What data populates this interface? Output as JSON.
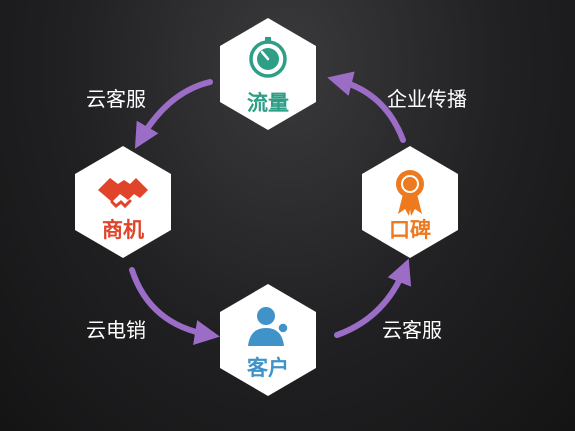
{
  "nodes": {
    "traffic": {
      "label": "流量",
      "color": "#2f9e86",
      "icon": "stopwatch-icon"
    },
    "customer": {
      "label": "客户",
      "color": "#3f93c9",
      "icon": "person-icon"
    },
    "business": {
      "label": "商机",
      "color": "#e0452b",
      "icon": "handshake-icon"
    },
    "reputation": {
      "label": "口碑",
      "color": "#ee7a1f",
      "icon": "ribbon-award-icon"
    }
  },
  "edges": {
    "traffic_to_business": "云客服",
    "business_to_customer": "云电销",
    "customer_to_reputation": "云客服",
    "reputation_to_traffic": "企业传播"
  },
  "colors": {
    "arrow": "#9b6dc6",
    "hex_fill": "#ffffff",
    "background": "#1c1c1e",
    "edge_text": "#ffffff"
  }
}
